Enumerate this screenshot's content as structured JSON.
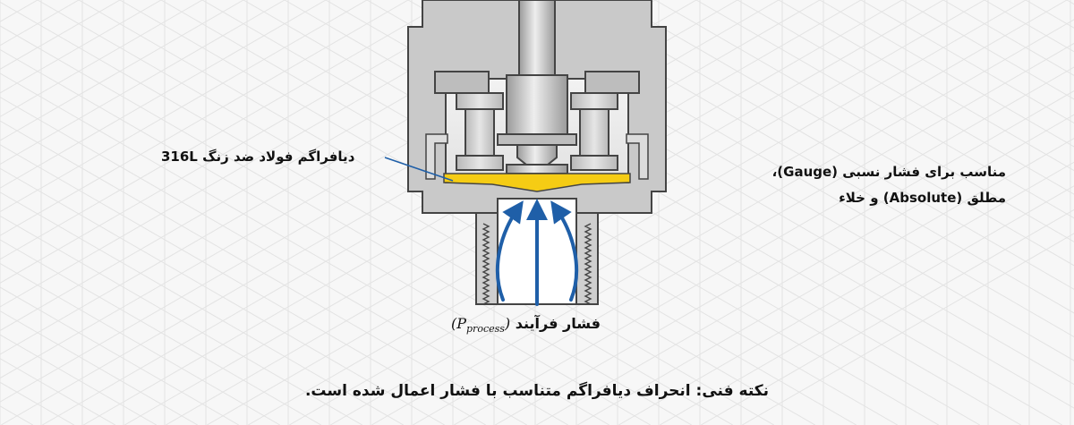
{
  "background": "#f7f7f7",
  "colors": {
    "metal": "#cfcfcf",
    "metal_dark": "#a9a9a9",
    "outline": "#444444",
    "diaphragm": "#f5cc14",
    "arrow": "#1f5fa8",
    "grid": "#e3e3e3",
    "text": "#111111"
  },
  "labels": {
    "diaphragm": "دیافراگم فولاد ضد زنگ 316L",
    "suitability_line1": "مناسب برای فشار نسبی (Gauge)،",
    "suitability_line2": "مطلق (Absolute) و خلاء",
    "process_pressure": "فشار فرآیند",
    "process_symbol_main": "P",
    "process_symbol_sub": "process",
    "technical_note": "نکته فنی: انحراف دیافراگم متناسب با فشار اعمال شده است."
  },
  "arrows": {
    "count": 3,
    "direction": "up"
  }
}
